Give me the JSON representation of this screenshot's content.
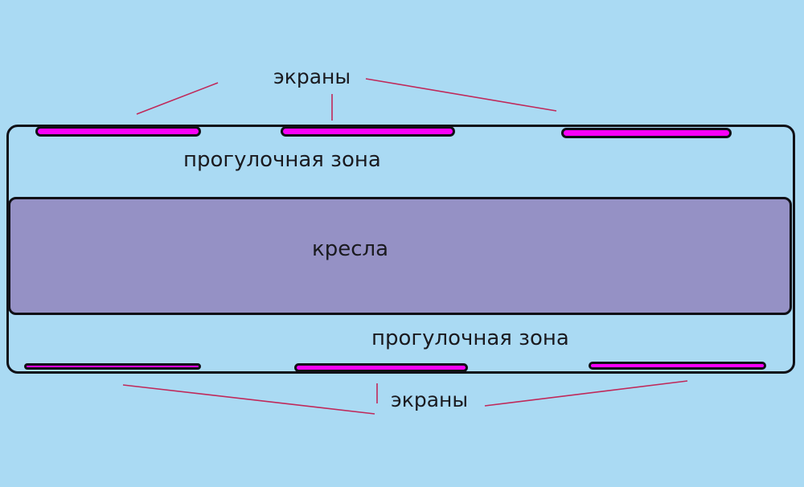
{
  "diagram": {
    "annotations": {
      "screens_top_label": "экраны",
      "screens_bottom_label": "экраны"
    },
    "hall": {
      "walking_zone_top_label": "прогулочная зона",
      "seats_label": "кресла",
      "walking_zone_bottom_label": "прогулочная зона"
    },
    "screens": {
      "top_count": 3,
      "bottom_count": 3
    }
  },
  "colors": {
    "background": "#aadaf3",
    "outline": "#101016",
    "screen_fill": "#fa00fa",
    "seats_fill": "#9591c5",
    "leader_line": "#c0295a",
    "text": "#1a1a1f"
  }
}
